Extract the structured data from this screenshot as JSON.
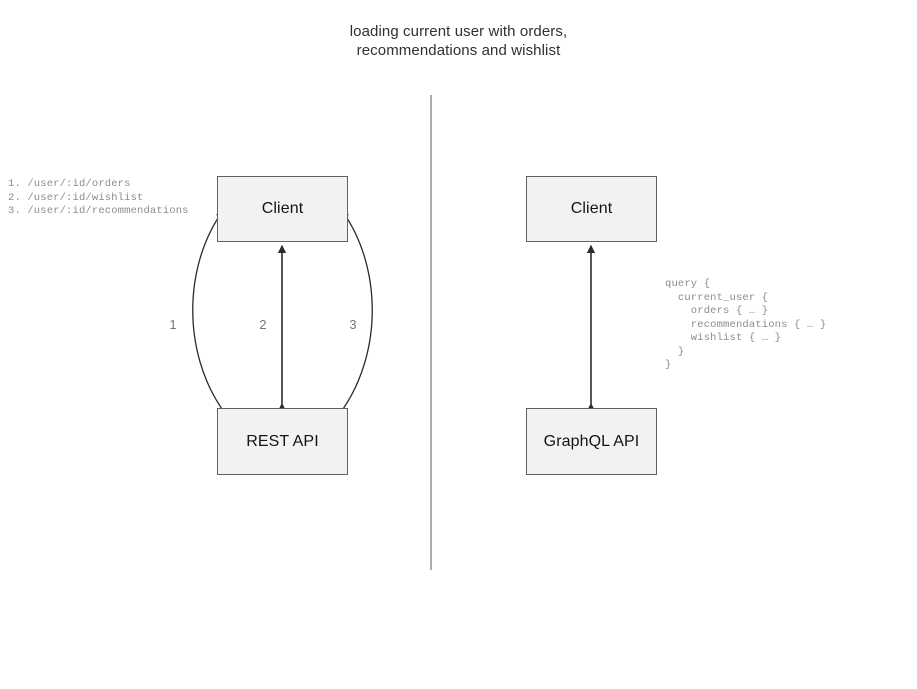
{
  "title": "loading current user with orders,\nrecommendations and wishlist",
  "divider": {
    "name": "vertical-divider",
    "color": "#9a9a9a"
  },
  "rest_panel": {
    "client_label": "Client",
    "api_label": "REST API",
    "endpoints": "1. /user/:id/orders\n2. /user/:id/wishlist\n3. /user/:id/recommendations",
    "edges": [
      {
        "label": "1",
        "shape": "curve-left",
        "direction": "bidirectional"
      },
      {
        "label": "2",
        "shape": "straight",
        "direction": "bidirectional"
      },
      {
        "label": "3",
        "shape": "curve-right",
        "direction": "bidirectional"
      }
    ]
  },
  "graphql_panel": {
    "client_label": "Client",
    "api_label": "GraphQL API",
    "query": "query {\n  current_user {\n    orders { … }\n    recommendations { … }\n    wishlist { … }\n  }\n}",
    "edges": [
      {
        "label": "",
        "shape": "straight",
        "direction": "bidirectional"
      }
    ]
  },
  "colors": {
    "node_fill": "#f2f2f2",
    "node_border": "#61615f",
    "edge_stroke": "#2b2b2b",
    "text_primary": "#141414",
    "text_muted": "#8c8c8c",
    "title": "#303030"
  }
}
